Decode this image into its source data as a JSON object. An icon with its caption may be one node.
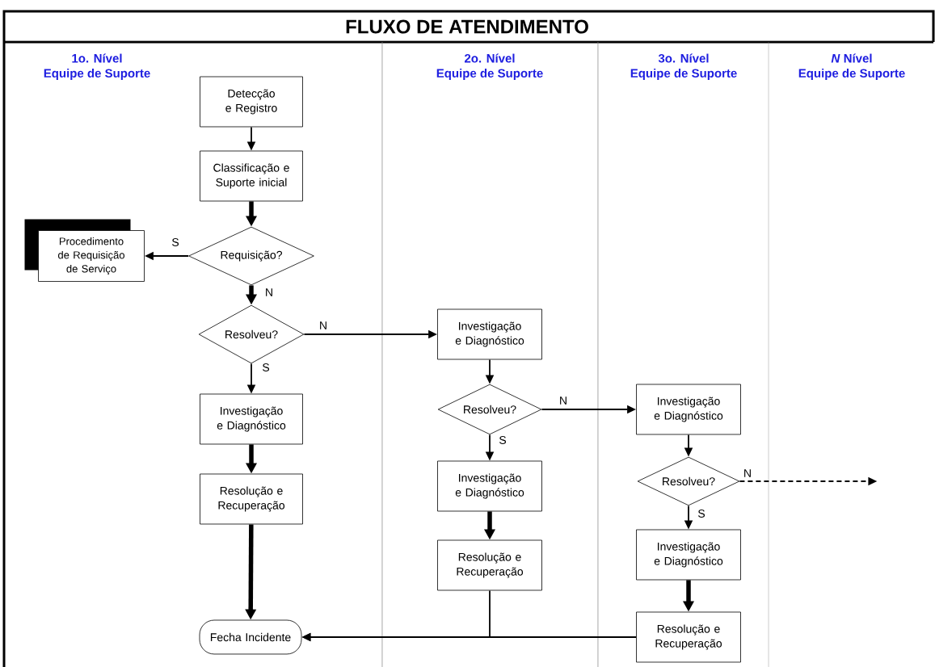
{
  "diagram": {
    "title": "FLUXO DE ATENDIMENTO",
    "nodes": [
      {
        "text": [
          "Detecção e Registro"
        ]
      },
      {
        "text": [
          "Classificação e Suporte inicial"
        ]
      },
      {
        "text": [
          "Requisição?"
        ]
      },
      {
        "text": [
          "Procedimento de Requisição de Serviço"
        ]
      },
      {
        "text": [
          "Resolveu?"
        ]
      },
      {
        "text": [
          "Investigação e Diagnóstico"
        ]
      },
      {
        "text": [
          "Resolução e Recuperação"
        ]
      },
      {
        "text": [
          "Fecha Incidente"
        ]
      },
      {
        "text": [
          "Investigação e Diagnóstico"
        ]
      },
      {
        "text": [
          "Resolveu?"
        ]
      },
      {
        "text": [
          "Investigação e Diagnóstico"
        ]
      },
      {
        "text": [
          "Resolução e Recuperação"
        ]
      },
      {
        "text": [
          "Investigação e Diagnóstico"
        ]
      },
      {
        "text": [
          "Resolveu?"
        ]
      },
      {
        "text": [
          "Investigação e Diagnóstico"
        ]
      },
      {
        "text": [
          "Resolução e Recuperação"
        ]
      }
    ],
    "edges": [
      {
        "from": 0,
        "to": 1,
        "arrow": "to"
      },
      {
        "from": 1,
        "to": 2,
        "arrow": "to",
        "style": "thick"
      },
      {
        "from": 2,
        "to": 3,
        "arrow": "to",
        "label": "S"
      },
      {
        "from": 2,
        "to": 4,
        "arrow": "to",
        "label": "N",
        "style": "thick"
      },
      {
        "from": 4,
        "to": 8,
        "arrow": "to",
        "label": "N"
      },
      {
        "from": 4,
        "to": 5,
        "arrow": "to",
        "label": "S"
      },
      {
        "from": 5,
        "to": 6,
        "arrow": "to",
        "style": "thick"
      },
      {
        "from": 6,
        "to": 7,
        "arrow": "to",
        "style": "thick"
      },
      {
        "from": 8,
        "to": 9,
        "arrow": "to"
      },
      {
        "from": 9,
        "to": 12,
        "arrow": "to",
        "label": "N"
      },
      {
        "from": 9,
        "to": 10,
        "arrow": "to",
        "label": "S"
      },
      {
        "from": 10,
        "to": 11,
        "arrow": "to",
        "style": "thick"
      },
      {
        "from": 11,
        "to": 7,
        "arrow": "to"
      },
      {
        "from": 12,
        "to": 13,
        "arrow": "to"
      },
      {
        "from": 13,
        "to": null,
        "arrow": "to",
        "label": "N",
        "style": "dashed"
      },
      {
        "from": 13,
        "to": 14,
        "arrow": "to",
        "label": "S"
      },
      {
        "from": 14,
        "to": 15,
        "arrow": "to",
        "style": "thick"
      },
      {
        "from": 15,
        "to": 7,
        "arrow": "to"
      }
    ],
    "labels": [
      "1o. Nível",
      "Equipe de Suporte",
      "2o. Nível",
      "Equipe de Suporte",
      "3o. Nível",
      "Equipe de Suporte",
      "*N* Nível",
      "Equipe de Suporte"
    ]
  }
}
